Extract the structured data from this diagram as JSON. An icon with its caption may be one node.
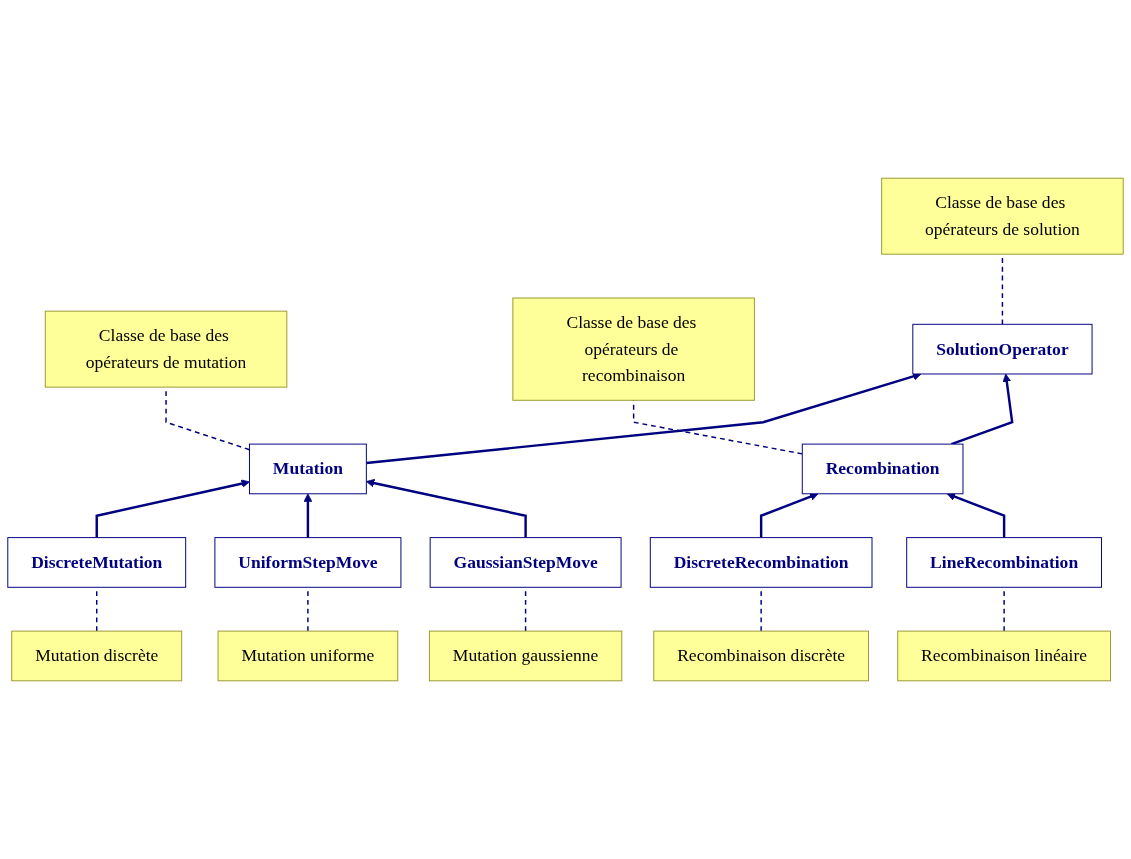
{
  "diagram": {
    "nodes": [
      {
        "text": [
          "Classe de base des opérateurs de solution"
        ]
      },
      {
        "text": [
          "Classe de base des opérateurs de mutation"
        ]
      },
      {
        "text": [
          "Classe de base des opérateurs de recombinaison"
        ]
      },
      {
        "text": [
          "SolutionOperator"
        ]
      },
      {
        "text": [
          "Mutation"
        ]
      },
      {
        "text": [
          "Recombination"
        ]
      },
      {
        "text": [
          "DiscreteMutation"
        ]
      },
      {
        "text": [
          "GaussianStepMove"
        ]
      },
      {
        "text": [
          "LineRecombination"
        ]
      },
      {
        "text": [
          "UniformStepMove"
        ]
      },
      {
        "text": [
          "DiscreteRecombination"
        ]
      },
      {
        "text": [
          "Mutation discrète"
        ]
      },
      {
        "text": [
          "Mutation gaussienne"
        ]
      },
      {
        "text": [
          "Recombinaison linéaire"
        ]
      },
      {
        "text": [
          "Mutation uniforme"
        ]
      },
      {
        "text": [
          "Recombinaison discrète"
        ]
      }
    ],
    "edges": [
      {
        "from": 3,
        "to": 0,
        "arrow": "none",
        "style": "dashed"
      },
      {
        "from": 4,
        "to": 1,
        "arrow": "none",
        "style": "dashed"
      },
      {
        "from": 5,
        "to": 2,
        "arrow": "none",
        "style": "dashed"
      },
      {
        "from": 4,
        "to": 3,
        "arrow": "to"
      },
      {
        "from": 5,
        "to": 3,
        "arrow": "to"
      },
      {
        "from": 6,
        "to": 4,
        "arrow": "to"
      },
      {
        "from": 9,
        "to": 4,
        "arrow": "to"
      },
      {
        "from": 7,
        "to": 4,
        "arrow": "to"
      },
      {
        "from": 10,
        "to": 5,
        "arrow": "to"
      },
      {
        "from": 8,
        "to": 5,
        "arrow": "to"
      },
      {
        "from": 11,
        "to": 6,
        "arrow": "none",
        "style": "dashed"
      },
      {
        "from": 14,
        "to": 9,
        "arrow": "none",
        "style": "dashed"
      },
      {
        "from": 12,
        "to": 7,
        "arrow": "none",
        "style": "dashed"
      },
      {
        "from": 15,
        "to": 10,
        "arrow": "none",
        "style": "dashed"
      },
      {
        "from": 13,
        "to": 8,
        "arrow": "none",
        "style": "dashed"
      }
    ]
  }
}
